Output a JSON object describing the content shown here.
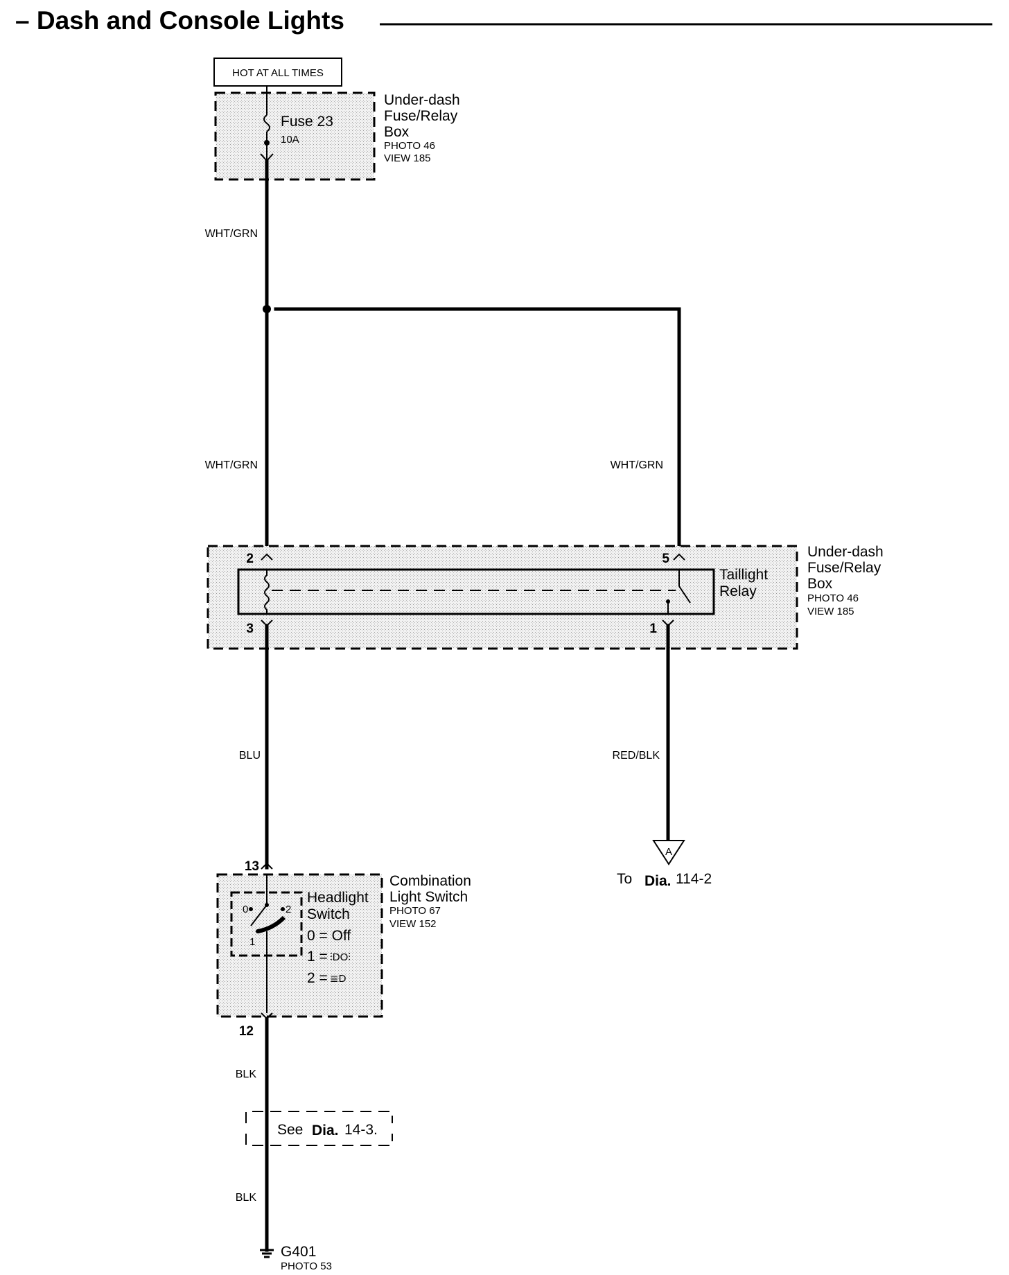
{
  "title": "– Dash and Console Lights",
  "power": {
    "label": "HOT AT ALL TIMES"
  },
  "fuse_box_top": {
    "name_lines": [
      "Under-dash",
      "Fuse/Relay",
      "Box"
    ],
    "photo": "PHOTO 46",
    "view": "VIEW 185",
    "fuse_name": "Fuse 23",
    "fuse_rating": "10A"
  },
  "wires": {
    "top_left": "WHT/GRN",
    "mid_left": "WHT/GRN",
    "mid_right": "WHT/GRN",
    "lower_left": "BLU",
    "lower_right": "RED/BLK",
    "ground_upper": "BLK",
    "ground_lower": "BLK"
  },
  "relay_box": {
    "relay_name_lines": [
      "Taillight",
      "Relay"
    ],
    "name_lines": [
      "Under-dash",
      "Fuse/Relay",
      "Box"
    ],
    "photo": "PHOTO 46",
    "view": "VIEW 185",
    "pins": {
      "top_left": "2",
      "top_right": "5",
      "bottom_left": "3",
      "bottom_right": "1"
    }
  },
  "connector_a": {
    "letter": "A",
    "to_prefix": "To",
    "dia_word": "Dia.",
    "dia_ref": "114-2"
  },
  "combination_switch": {
    "name_lines": [
      "Combination",
      "Light Switch"
    ],
    "photo": "PHOTO 67",
    "view": "VIEW 152",
    "switch_name_lines": [
      "Headlight",
      "Switch"
    ],
    "positions": [
      "0",
      "2",
      "1"
    ],
    "legend": {
      "off": "0 = Off",
      "pos1_prefix": "1 =",
      "pos1_symbol": "⫶DO⫶",
      "pos2_prefix": "2 =",
      "pos2_symbol": "≣D"
    },
    "pins": {
      "top": "13",
      "bottom": "12"
    }
  },
  "see_ref": {
    "see_word": "See",
    "dia_word": "Dia.",
    "dia_ref": "14-3."
  },
  "ground": {
    "name": "G401",
    "photo": "PHOTO 53"
  }
}
